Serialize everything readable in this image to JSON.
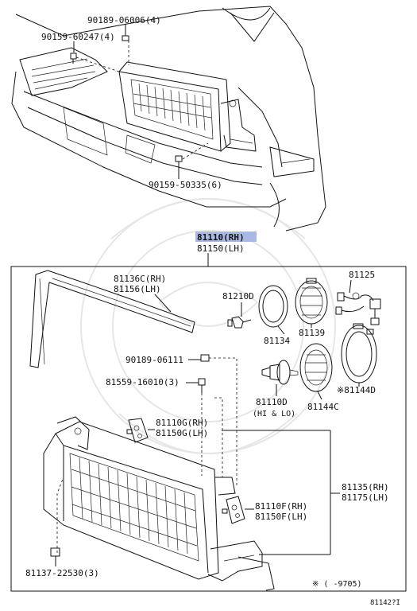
{
  "diagram": {
    "highlight_color": "#aab8e6",
    "top_labels": {
      "p1": "90189-06006(4)",
      "p2": "90159-60247(4)",
      "p3": "90159-50335(6)"
    },
    "assembly": {
      "rh": "81110(RH)",
      "lh": "81150(LH)"
    },
    "parts": {
      "cover_rh": "81136C(RH)",
      "cover_lh": "81156(LH)",
      "bulb_81210d": "81210D",
      "seal_81134": "81134",
      "cap_81139": "81139",
      "socket_81125": "81125",
      "screw_90189": "90189-06111",
      "screw_81559": "81559-16010(3)",
      "bulb_81110d": "81110D",
      "bulb_hilo": "(HI & LO)",
      "reflector_81144c": "81144C",
      "ring_81144d": "81144D",
      "star_mark": "※",
      "adjuster_g_rh": "81110G(RH)",
      "adjuster_g_lh": "81150G(LH)",
      "adjuster_f_rh": "81110F(RH)",
      "adjuster_f_lh": "81150F(LH)",
      "bracket_rh": "81135(RH)",
      "bracket_lh": "81175(LH)",
      "clip_81137": "81137-22530(3)"
    },
    "footnote": "※ (     -9705)",
    "figure_id": "81142?I"
  }
}
